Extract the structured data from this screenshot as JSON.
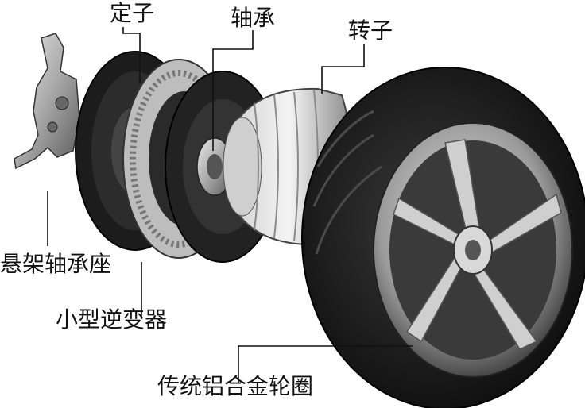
{
  "labels": {
    "stator": "定子",
    "bearing": "轴承",
    "rotor": "转子",
    "suspension_bearing_seat": "悬架轴承座",
    "small_inverter": "小型逆变器",
    "traditional_alloy_rim": "传统铝合金轮圈"
  },
  "colors": {
    "background": "#ffffff",
    "text": "#111111",
    "leader_line": "#111111",
    "tire": "#1a1a1a",
    "metal": "#b8b8b8"
  }
}
